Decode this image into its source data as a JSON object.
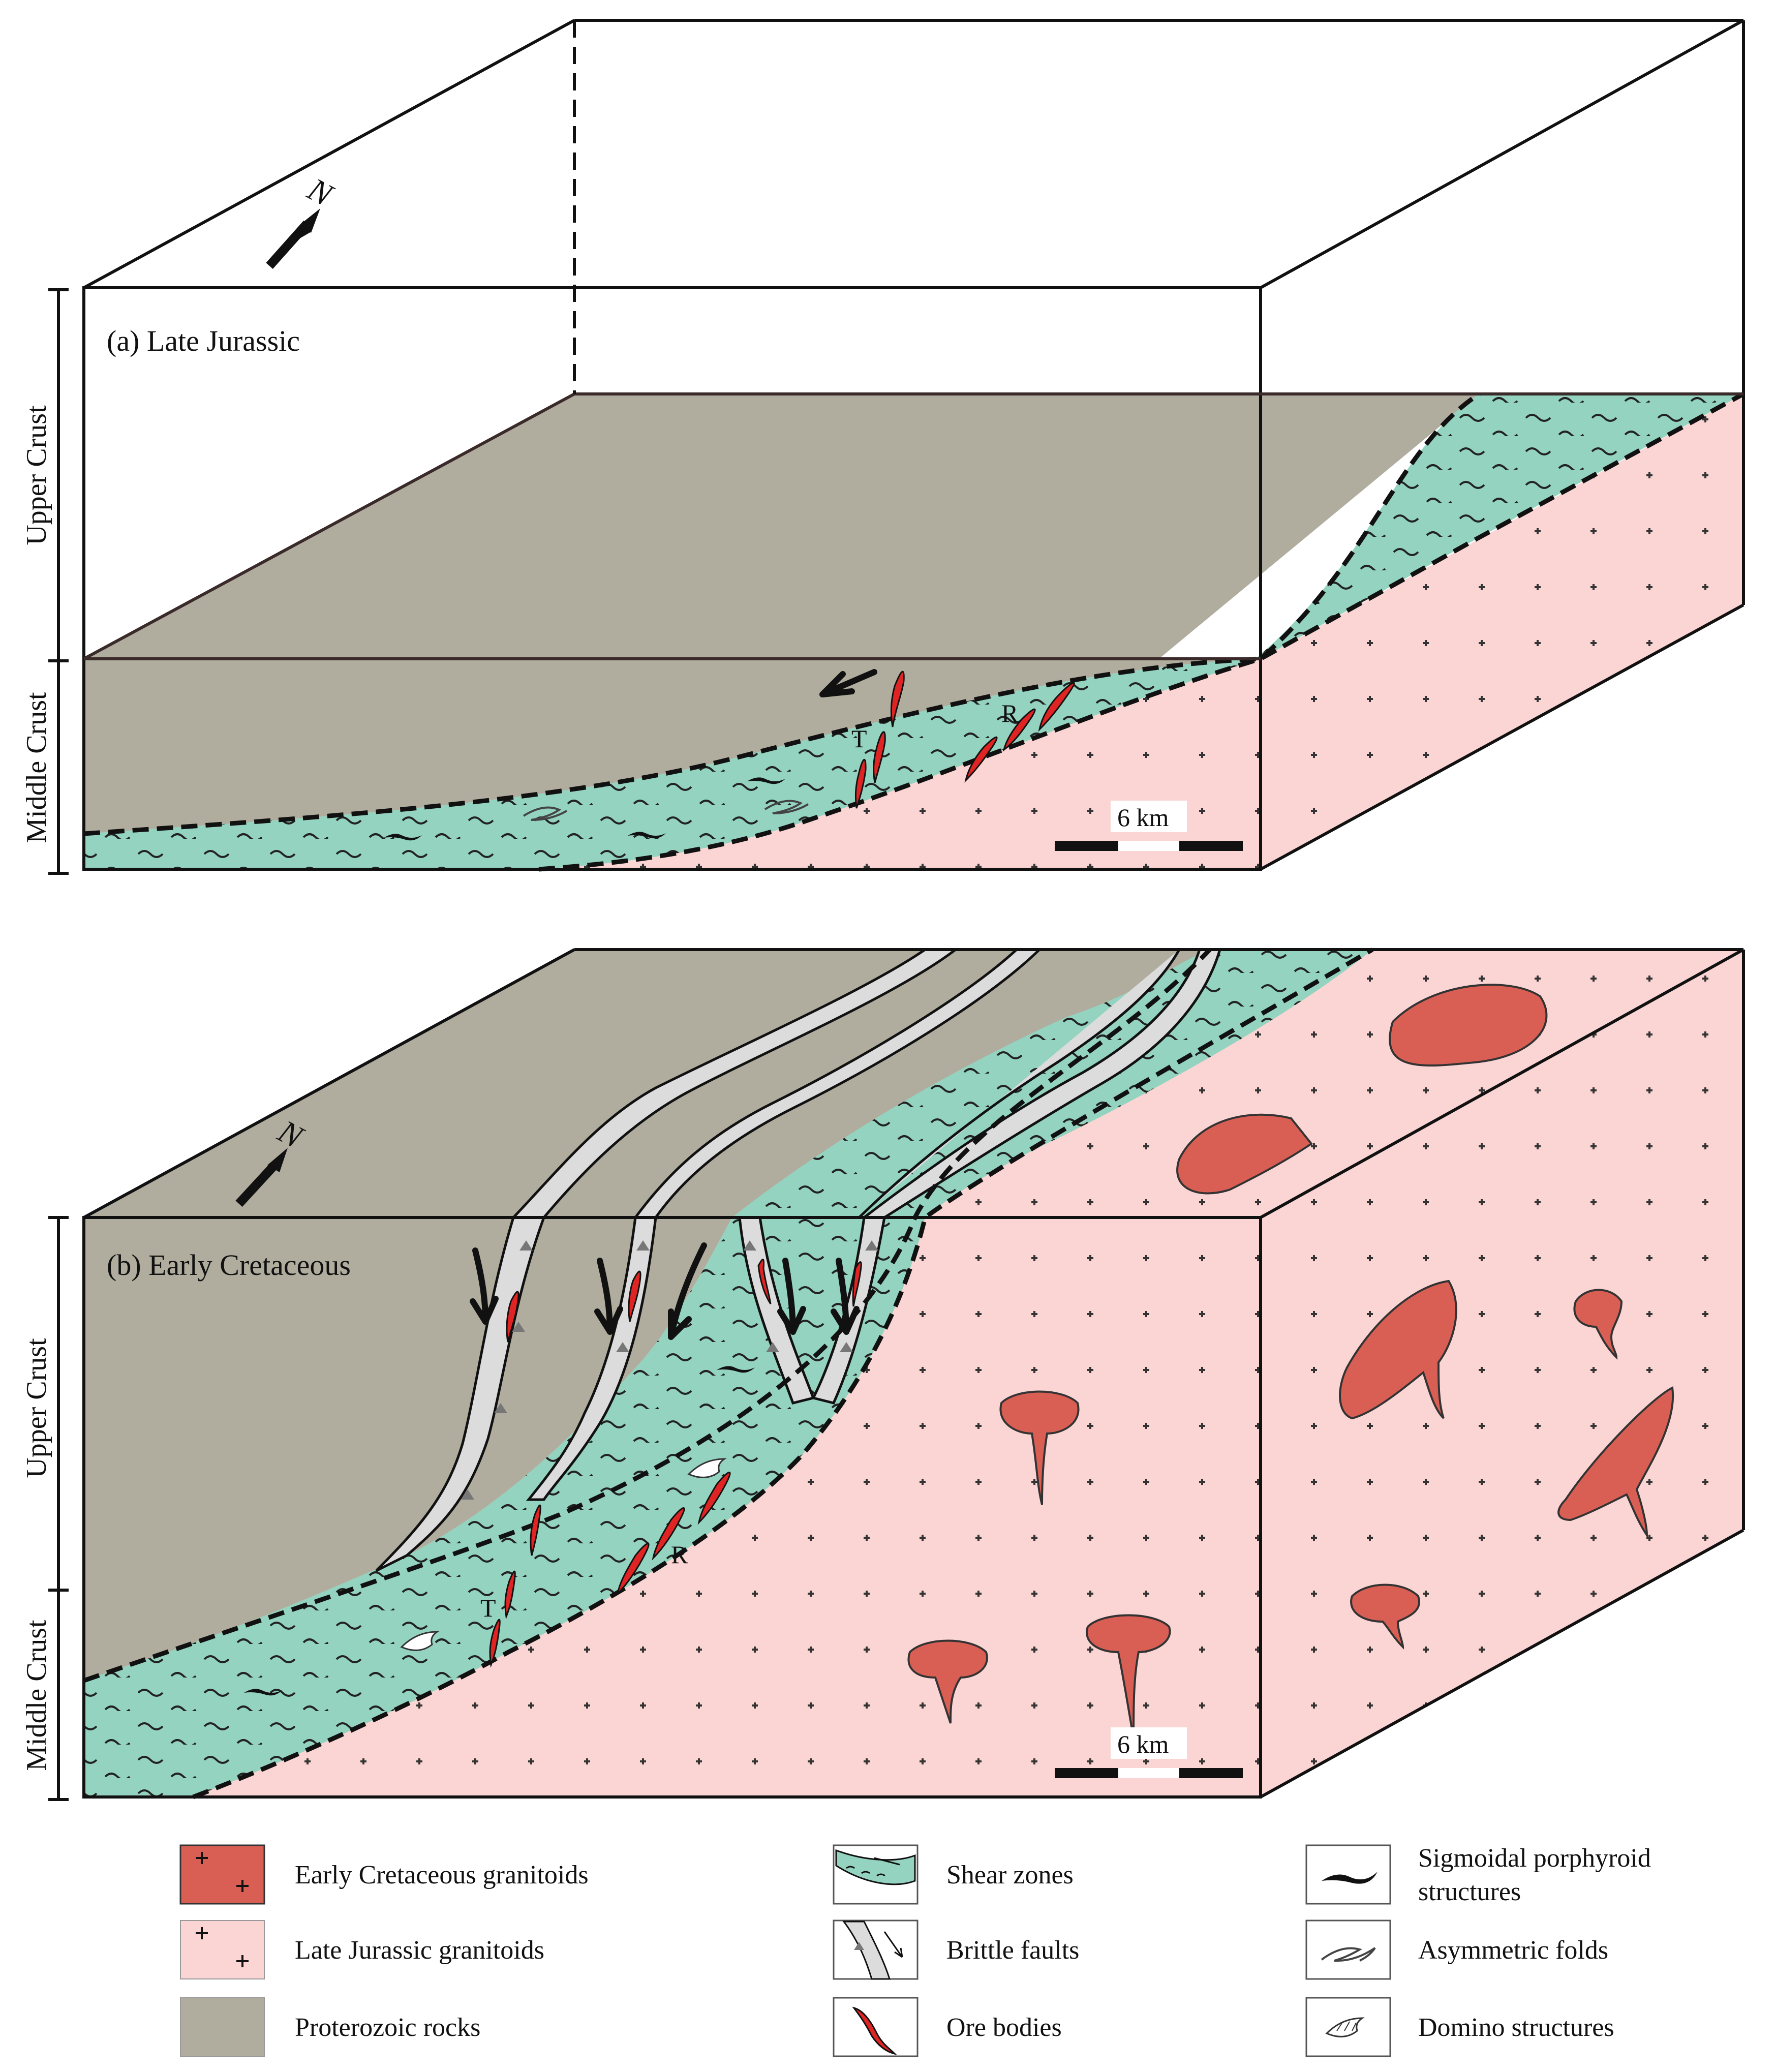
{
  "panel_a": {
    "title": "(a) Late Jurassic",
    "north": "N",
    "upper_crust": "Upper Crust",
    "middle_crust": "Middle Crust",
    "label_t": "T",
    "label_r": "R",
    "scale": "6 km"
  },
  "panel_b": {
    "title": "(b) Early Cretaceous",
    "north": "N",
    "upper_crust": "Upper Crust",
    "middle_crust": "Middle Crust",
    "label_t": "T",
    "label_r": "R",
    "scale": "6 km"
  },
  "legend": {
    "early_cretaceous": "Early Cretaceous granitoids",
    "late_jurassic": "Late Jurassic granitoids",
    "proterozoic": "Proterozoic rocks",
    "shear_zones": "Shear zones",
    "brittle_faults": "Brittle faults",
    "ore_bodies": "Ore bodies",
    "sigmoidal_1": "Sigmoidal porphyroid",
    "sigmoidal_2": "structures",
    "asymmetric_folds": "Asymmetric folds",
    "domino": "Domino structures"
  },
  "colors": {
    "proterozoic": "#b0ad9f",
    "shear": "#93d3bf",
    "late_jurassic": "#fbd5d3",
    "early_cretaceous": "#d95f55",
    "fault": "#dcdcdc",
    "ore": "#e02424"
  }
}
